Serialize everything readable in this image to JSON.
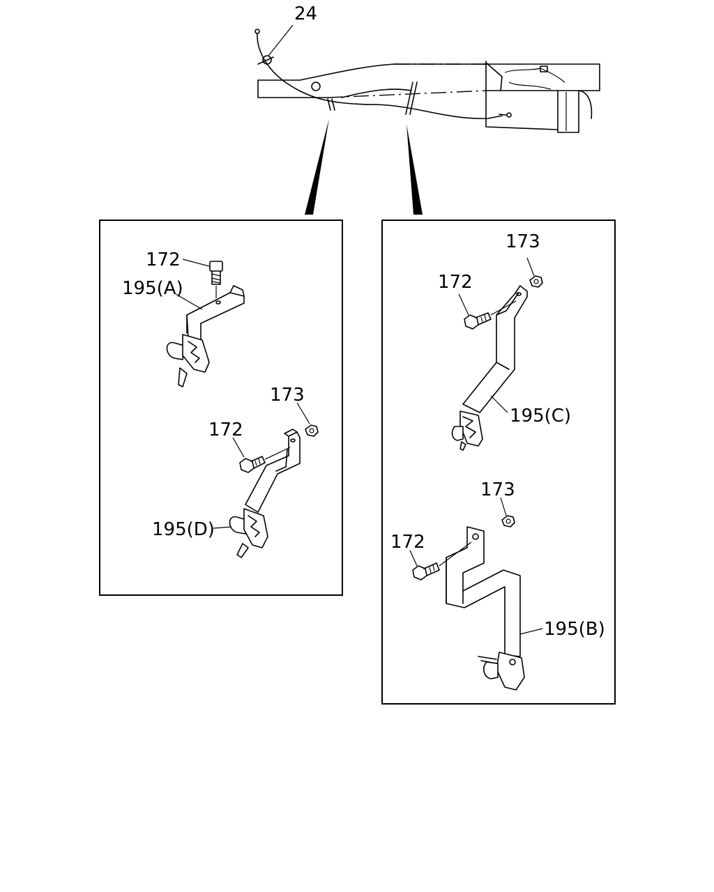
{
  "labels": {
    "top_cable": "24",
    "left_upper_bolt": "172",
    "left_upper_bracket": "195(A)",
    "left_lower_nut": "173",
    "left_lower_bolt": "172",
    "left_lower_bracket": "195(D)",
    "right_upper_nut": "173",
    "right_upper_bolt": "172",
    "right_upper_bracket": "195(C)",
    "right_lower_nut": "173",
    "right_lower_bolt": "172",
    "right_lower_bracket": "195(B)"
  }
}
